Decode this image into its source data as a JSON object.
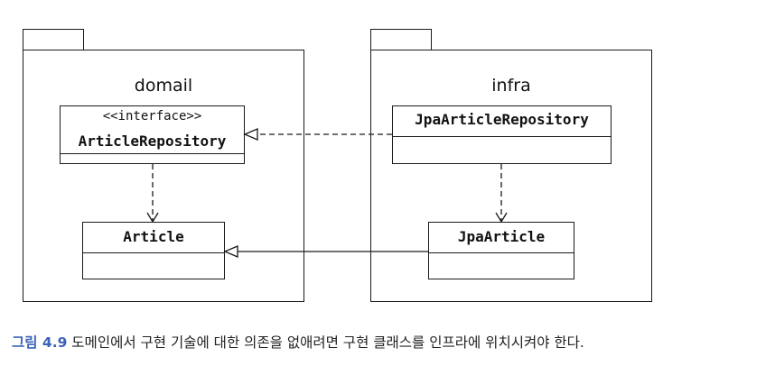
{
  "packages": [
    {
      "name": "domail"
    },
    {
      "name": "infra"
    }
  ],
  "classes": {
    "article_repository": {
      "stereotype": "<<interface>>",
      "name": "ArticleRepository"
    },
    "article": {
      "name": "Article"
    },
    "jpa_article_repository": {
      "name": "JpaArticleRepository"
    },
    "jpa_article": {
      "name": "JpaArticle"
    }
  },
  "caption": {
    "label": "그림 4.9",
    "text": " 도메인에서 구현 기술에 대한 의존을 없애려면 구현 클래스를 인프라에 위치시켜야 한다."
  }
}
